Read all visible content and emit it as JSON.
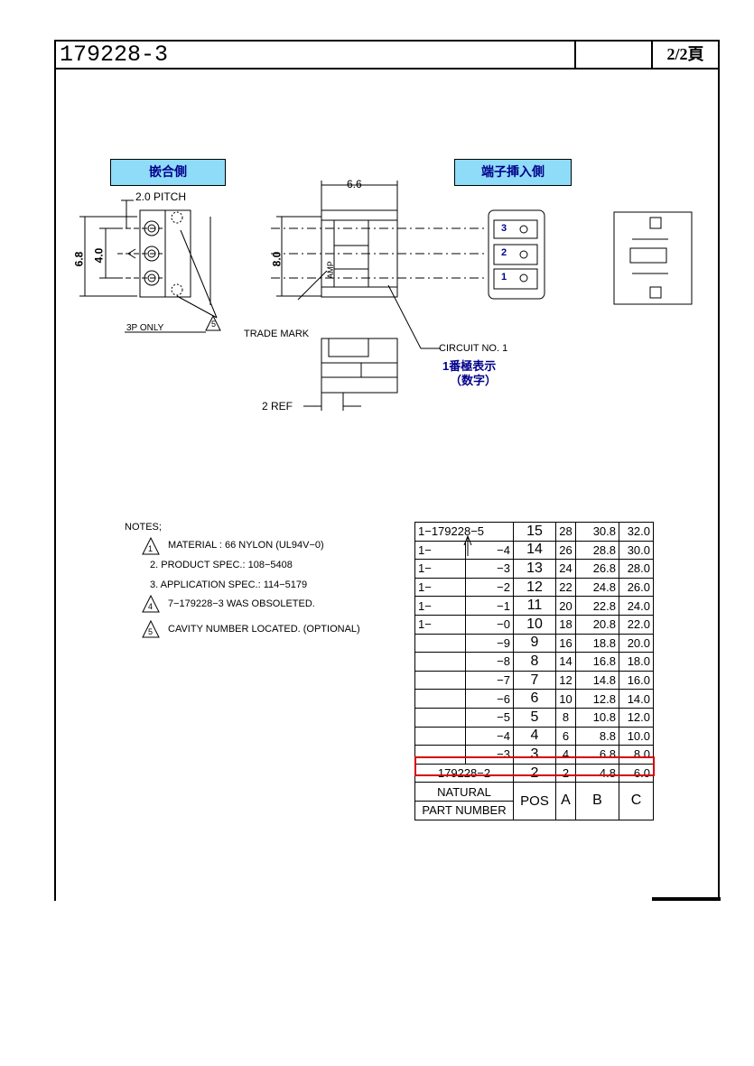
{
  "header": {
    "part_number": "179228-3",
    "page": "2/2頁"
  },
  "views": {
    "mating_side_label": "嵌合側",
    "terminal_side_label": "端子挿入側",
    "pitch": "2.0  PITCH",
    "dim_6_6": "6.6",
    "dim_6_8": "6.8",
    "dim_4_0": "4.0",
    "dim_8_0": "8.0",
    "only_3p": "3P  ONLY",
    "trade_mark": "TRADE  MARK",
    "circuit_no": "CIRCUIT  NO.  1",
    "circuit_jp_1": "1番極表示",
    "circuit_jp_2": "（数字）",
    "ref": "2  REF",
    "amp": "AMP",
    "cav1": "1",
    "cav2": "2",
    "cav3": "3",
    "tri5": "5"
  },
  "notes": {
    "title": "NOTES;",
    "n1_num": "1",
    "n1": "MATERIAL  :  66  NYLON  (UL94V−0)",
    "n2": "2.  PRODUCT  SPEC.:  108−5408",
    "n3": "3.  APPLICATION  SPEC.:  114−5179",
    "n4_num": "4",
    "n4": "7−179228−3  WAS  OBSOLETED.",
    "n5_num": "5",
    "n5": "CAVITY  NUMBER  LOCATED.  (OPTIONAL)"
  },
  "table": {
    "rows": [
      {
        "prefix": "1−179228−5",
        "suffix": "",
        "pos": "15",
        "a": "28",
        "b": "30.8",
        "c": "32.0"
      },
      {
        "prefix": "1−",
        "suffix": "−4",
        "pos": "14",
        "a": "26",
        "b": "28.8",
        "c": "30.0"
      },
      {
        "prefix": "1−",
        "suffix": "−3",
        "pos": "13",
        "a": "24",
        "b": "26.8",
        "c": "28.0"
      },
      {
        "prefix": "1−",
        "suffix": "−2",
        "pos": "12",
        "a": "22",
        "b": "24.8",
        "c": "26.0"
      },
      {
        "prefix": "1−",
        "suffix": "−1",
        "pos": "11",
        "a": "20",
        "b": "22.8",
        "c": "24.0"
      },
      {
        "prefix": "1−",
        "suffix": "−0",
        "pos": "10",
        "a": "18",
        "b": "20.8",
        "c": "22.0"
      },
      {
        "prefix": "",
        "suffix": "−9",
        "pos": "9",
        "a": "16",
        "b": "18.8",
        "c": "20.0"
      },
      {
        "prefix": "",
        "suffix": "−8",
        "pos": "8",
        "a": "14",
        "b": "16.8",
        "c": "18.0"
      },
      {
        "prefix": "",
        "suffix": "−7",
        "pos": "7",
        "a": "12",
        "b": "14.8",
        "c": "16.0"
      },
      {
        "prefix": "",
        "suffix": "−6",
        "pos": "6",
        "a": "10",
        "b": "12.8",
        "c": "14.0"
      },
      {
        "prefix": "",
        "suffix": "−5",
        "pos": "5",
        "a": "8",
        "b": "10.8",
        "c": "12.0"
      },
      {
        "prefix": "",
        "suffix": "−4",
        "pos": "4",
        "a": "6",
        "b": "8.8",
        "c": "10.0"
      },
      {
        "prefix": "",
        "suffix": "−3",
        "pos": "3",
        "a": "4",
        "b": "6.8",
        "c": "8.0"
      },
      {
        "prefix": "179228−2",
        "suffix": "",
        "pos": "2",
        "a": "2",
        "b": "4.8",
        "c": "6.0"
      }
    ],
    "natural": "NATURAL",
    "part_number_label": "PART  NUMBER",
    "h_pos": "POS",
    "h_a": "A",
    "h_b": "B",
    "h_c": "C"
  }
}
